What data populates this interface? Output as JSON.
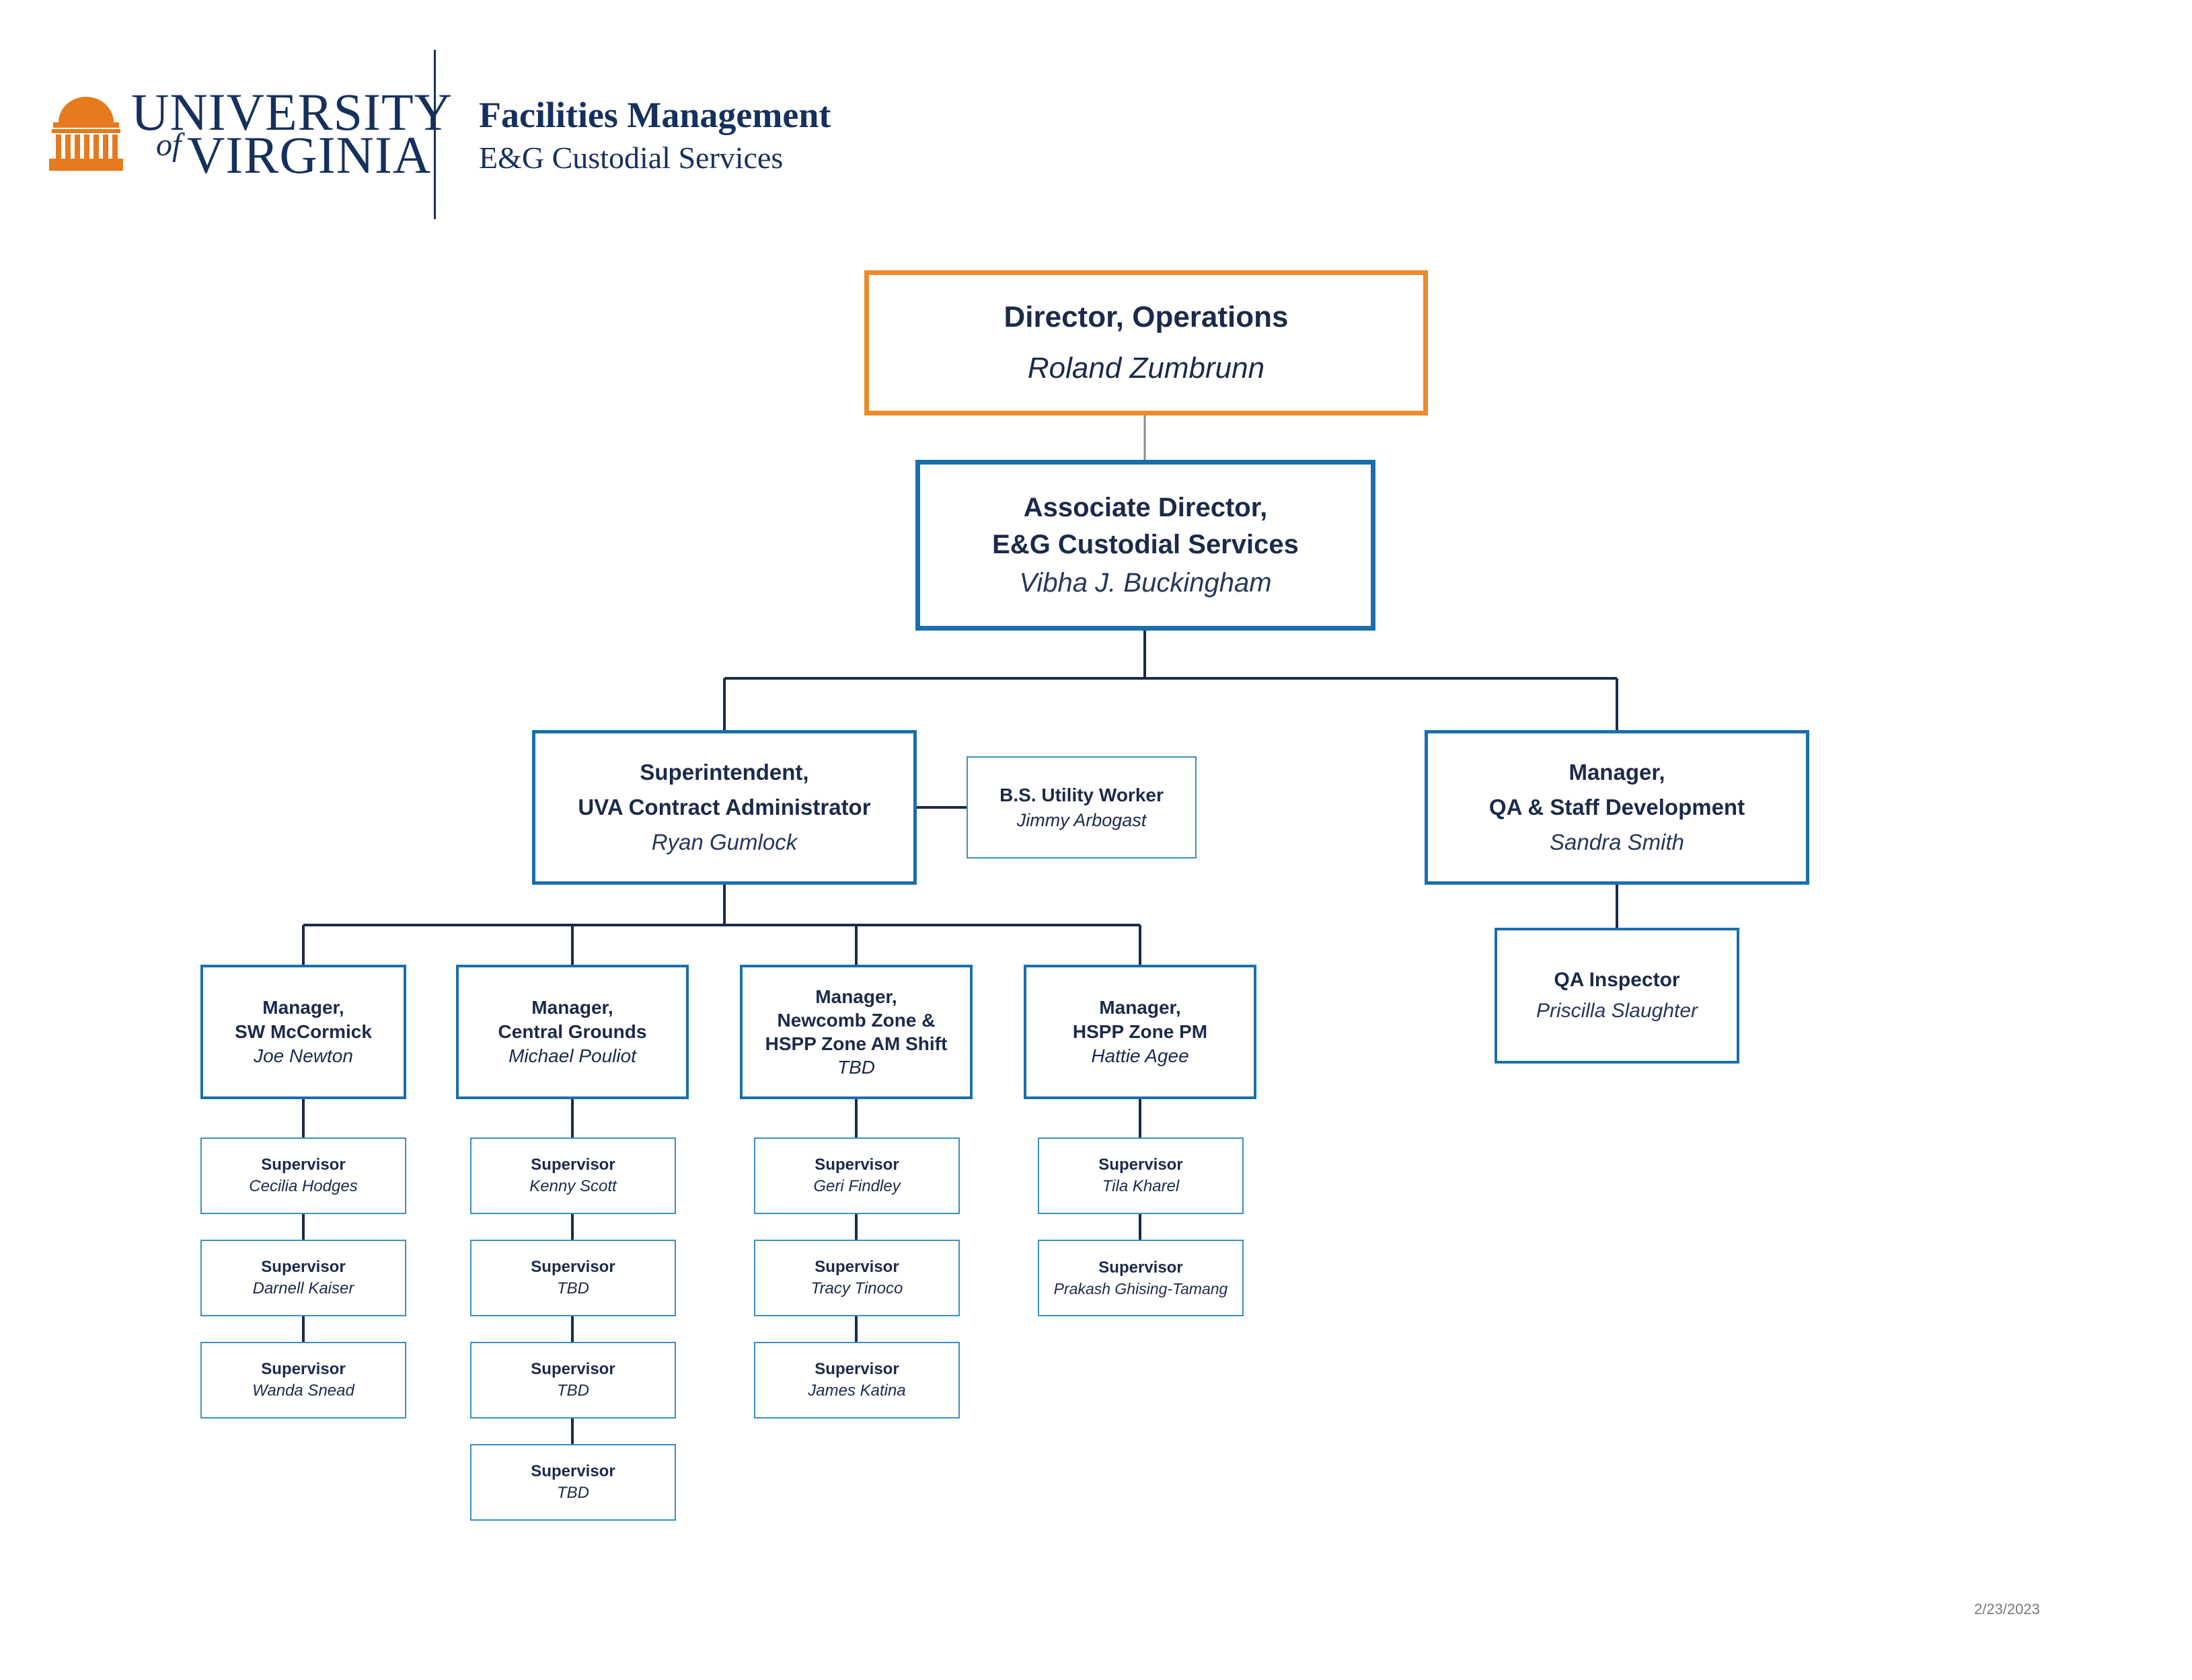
{
  "header": {
    "logo": {
      "line1": "UNIVERSITY",
      "of": "of",
      "line2": "VIRGINIA"
    },
    "title": "Facilities Management",
    "subtitle": "E&G Custodial Services"
  },
  "director": {
    "title": "Director, Operations",
    "name": "Roland Zumbrunn"
  },
  "associate": {
    "title1": "Associate Director,",
    "title2": "E&G Custodial Services",
    "name": "Vibha J. Buckingham"
  },
  "superintendent": {
    "title1": "Superintendent,",
    "title2": "UVA Contract Administrator",
    "name": "Ryan Gumlock"
  },
  "utility": {
    "title": "B.S. Utility Worker",
    "name": "Jimmy Arbogast"
  },
  "qa_manager": {
    "title1": "Manager,",
    "title2": "QA & Staff Development",
    "name": "Sandra Smith"
  },
  "qa_inspector": {
    "title": "QA Inspector",
    "name": "Priscilla Slaughter"
  },
  "managers": [
    {
      "lines": [
        "Manager,",
        "SW McCormick"
      ],
      "name": "Joe Newton"
    },
    {
      "lines": [
        "Manager,",
        "Central Grounds"
      ],
      "name": "Michael Pouliot"
    },
    {
      "lines": [
        "Manager,",
        "Newcomb Zone &",
        "HSPP Zone AM Shift"
      ],
      "name": "TBD"
    },
    {
      "lines": [
        "Manager,",
        "HSPP Zone PM"
      ],
      "name": "Hattie Agee"
    }
  ],
  "supervisors": [
    [
      {
        "title": "Supervisor",
        "name": "Cecilia Hodges"
      },
      {
        "title": "Supervisor",
        "name": "Darnell Kaiser"
      },
      {
        "title": "Supervisor",
        "name": "Wanda Snead"
      }
    ],
    [
      {
        "title": "Supervisor",
        "name": "Kenny Scott"
      },
      {
        "title": "Supervisor",
        "name": "TBD"
      },
      {
        "title": "Supervisor",
        "name": "TBD"
      },
      {
        "title": "Supervisor",
        "name": "TBD"
      }
    ],
    [
      {
        "title": "Supervisor",
        "name": "Geri Findley"
      },
      {
        "title": "Supervisor",
        "name": "Tracy Tinoco"
      },
      {
        "title": "Supervisor",
        "name": "James Katina"
      }
    ],
    [
      {
        "title": "Supervisor",
        "name": "Tila Kharel"
      },
      {
        "title": "Supervisor",
        "name": "Prakash Ghising-Tamang"
      }
    ]
  ],
  "footer": {
    "date": "2/23/2023"
  },
  "colors": {
    "navy": "#1c2a4a",
    "blue": "#1a6fae",
    "orange": "#ee8a2a"
  }
}
